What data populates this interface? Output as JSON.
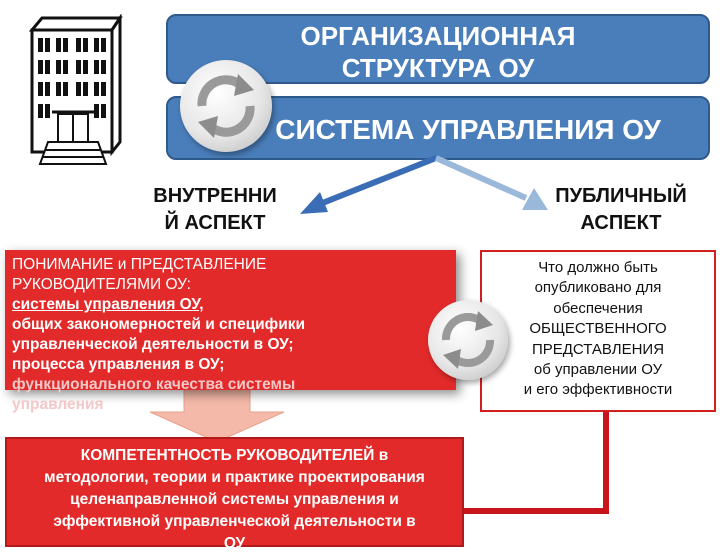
{
  "title_line1": "ОРГАНИЗАЦИОННАЯ",
  "title_line2": "СТРУКТУРА ОУ",
  "system_title": "СИСТЕМА УПРАВЛЕНИЯ ОУ",
  "internal_aspect": {
    "line1": "ВНУТРЕННИ",
    "line2": "Й АСПЕКТ"
  },
  "public_aspect": {
    "line1": "ПУБЛИЧНЫЙ",
    "line2": "АСПЕКТ"
  },
  "left_box": {
    "line1": "ПОНИМАНИЕ и ПРЕДСТАВЛЕНИЕ",
    "line2": "РУКОВОДИТЕЛЯМИ ОУ:",
    "line3": "системы управления ОУ,",
    "line4": "общих закономерностей и специфики",
    "line5": "управленческой деятельности в ОУ;",
    "line6": "процесса управления в ОУ;",
    "line7": "функционального качества системы",
    "line8": "управления"
  },
  "right_box": {
    "line1": "Что должно быть",
    "line2": "опубликовано для",
    "line3": "обеспечения",
    "line4": "ОБЩЕСТВЕННОГО",
    "line5": "ПРЕДСТАВЛЕНИЯ",
    "line6": "об управлении ОУ",
    "line7": "и его эффективности"
  },
  "bottom_box": {
    "line1": "КОМПЕТЕНТНОСТЬ РУКОВОДИТЕЛЕЙ в",
    "line2": "методологии, теории и практике проектирования",
    "line3": "целенаправленной системы управления и",
    "line4": "эффективной управленческой деятельности в",
    "line5": "ОУ"
  },
  "colors": {
    "banner_blue": "#4a7ebb",
    "box_red": "#e32a2a",
    "arrow_left_blue": "#3a6db5",
    "arrow_right_blue": "#9ab8d9",
    "down_arrow": "#f4b9a8",
    "connector_red": "#c8141b"
  },
  "icons": [
    "building-icon",
    "sync-arrows-icon"
  ]
}
